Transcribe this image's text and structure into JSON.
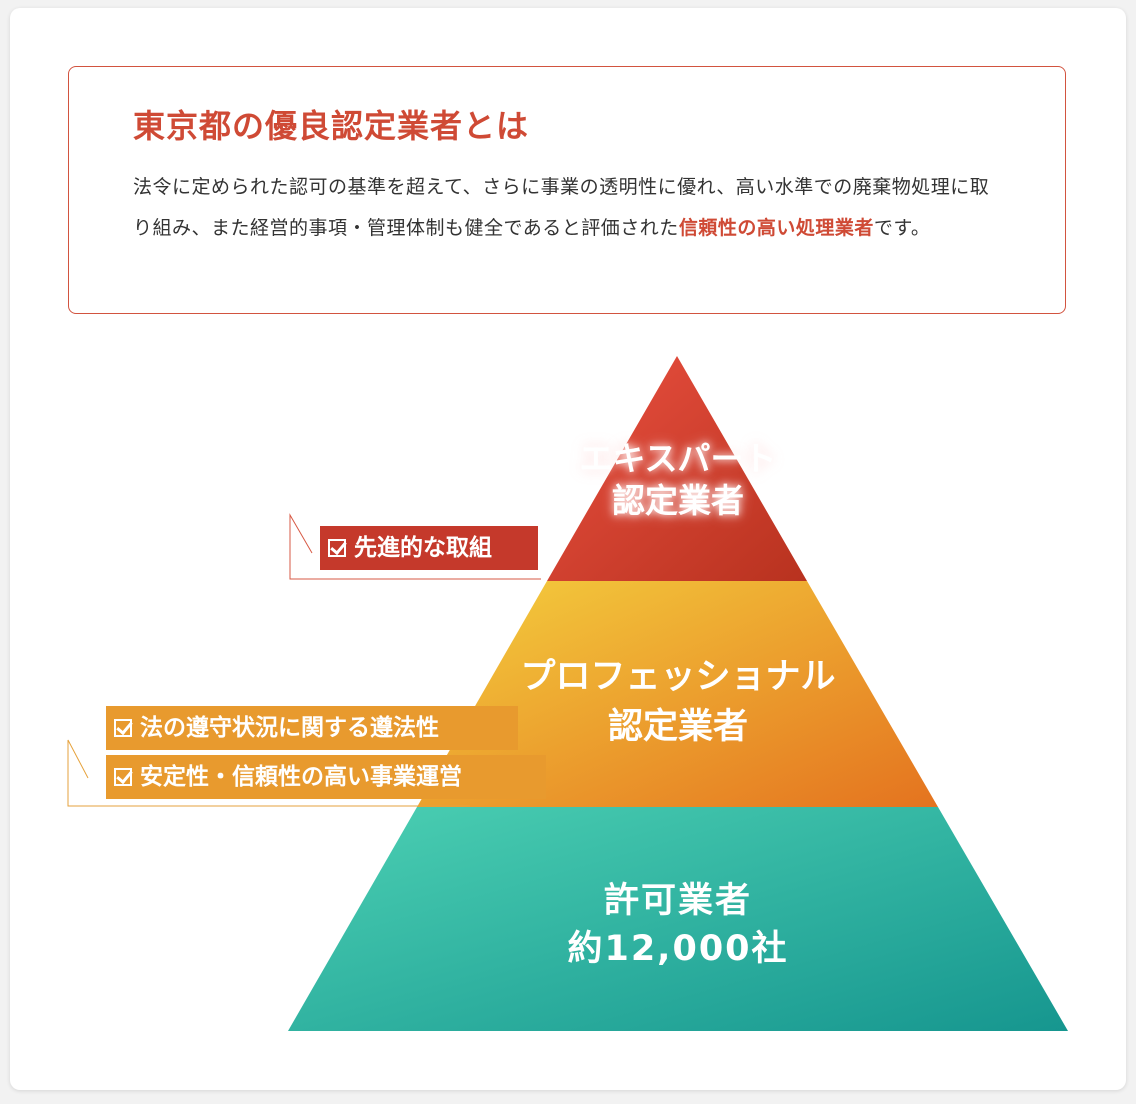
{
  "info": {
    "title": "東京都の優良認定業者とは",
    "body_plain": "法令に定められた認可の基準を超えて、さらに事業の透明性に優れ、高い水準での廃棄物処理に取り組み、また経営的事項・管理体制も健全であると評価された",
    "body_emphasis": "信頼性の高い処理業者",
    "body_tail": "です。"
  },
  "pyramid": {
    "top": {
      "line1": "エキスパート",
      "line2": "認定業者"
    },
    "middle": {
      "line1": "プロフェッショナル",
      "line2": "認定業者"
    },
    "base": {
      "line1": "許可業者",
      "line2": "約12,000社"
    }
  },
  "tags": {
    "expert": "先進的な取組",
    "professional_1": "法の遵守状況に関する遵法性",
    "professional_2": "安定性・信頼性の高い事業運営"
  },
  "colors": {
    "accent": "#cf4a35",
    "top_tier": "#c5392b",
    "middle_tier": "#e8932c",
    "base_tier": "#2aa89e"
  },
  "icons": {
    "tag_check": "checkbox-checked-icon"
  }
}
